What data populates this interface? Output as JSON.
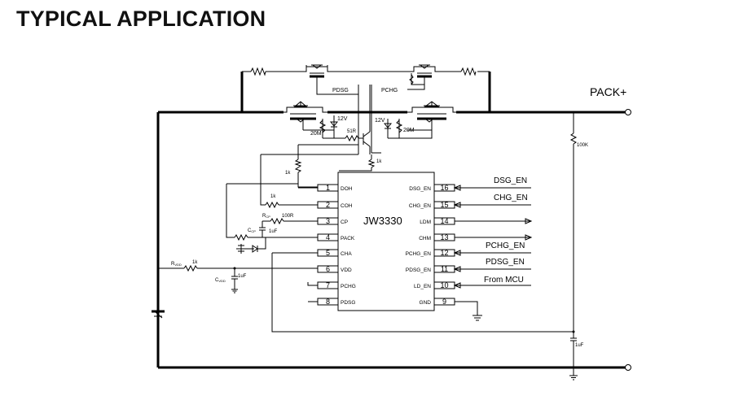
{
  "page_title": "TYPICAL APPLICATION",
  "chip": {
    "name": "JW3330",
    "left_pins": [
      {
        "num": "1",
        "label": "DOH"
      },
      {
        "num": "2",
        "label": "COH"
      },
      {
        "num": "3",
        "label": "CP"
      },
      {
        "num": "4",
        "label": "PACK"
      },
      {
        "num": "5",
        "label": "CHA"
      },
      {
        "num": "6",
        "label": "VDD"
      },
      {
        "num": "7",
        "label": "PCHG"
      },
      {
        "num": "8",
        "label": "PDSG"
      }
    ],
    "right_pins": [
      {
        "num": "16",
        "label": "DSG_EN"
      },
      {
        "num": "15",
        "label": "CHG_EN"
      },
      {
        "num": "14",
        "label": "LDM"
      },
      {
        "num": "13",
        "label": "CHM"
      },
      {
        "num": "12",
        "label": "PCHG_EN"
      },
      {
        "num": "11",
        "label": "PDSG_EN"
      },
      {
        "num": "10",
        "label": "LD_EN"
      },
      {
        "num": "9",
        "label": "GND"
      }
    ]
  },
  "signals": {
    "dsg_en": "DSG_EN",
    "chg_en": "CHG_EN",
    "pchg_en": "PCHG_EN",
    "pdsg_en": "PDSG_EN",
    "from_mcu": "From MCU",
    "pack_plus": "PACK+",
    "pdsg": "PDSG",
    "pchg": "PCHG"
  },
  "components": {
    "r_100k": "100K",
    "c_1uf_right": "1uF",
    "r_1k_top": "1k",
    "r_1k_left": "1k",
    "r_1k_coh": "1k",
    "r_cp_label": "R",
    "r_cp_sub": "CP",
    "r_cp_value": "100R",
    "c_cp_label": "C",
    "c_cp_sub": "CP",
    "c_cp_value": "1uF",
    "r_vdd_label": "R",
    "r_vdd_sub": "VDD",
    "r_vdd_value": "1k",
    "c_vdd_label": "C",
    "c_vdd_sub": "VDD",
    "c_vdd_value": "1uF",
    "zener_left": "12V",
    "zener_right": "12V",
    "r_20m_left": "20M",
    "r_20m_right": "20M",
    "r_51r": "51R"
  }
}
